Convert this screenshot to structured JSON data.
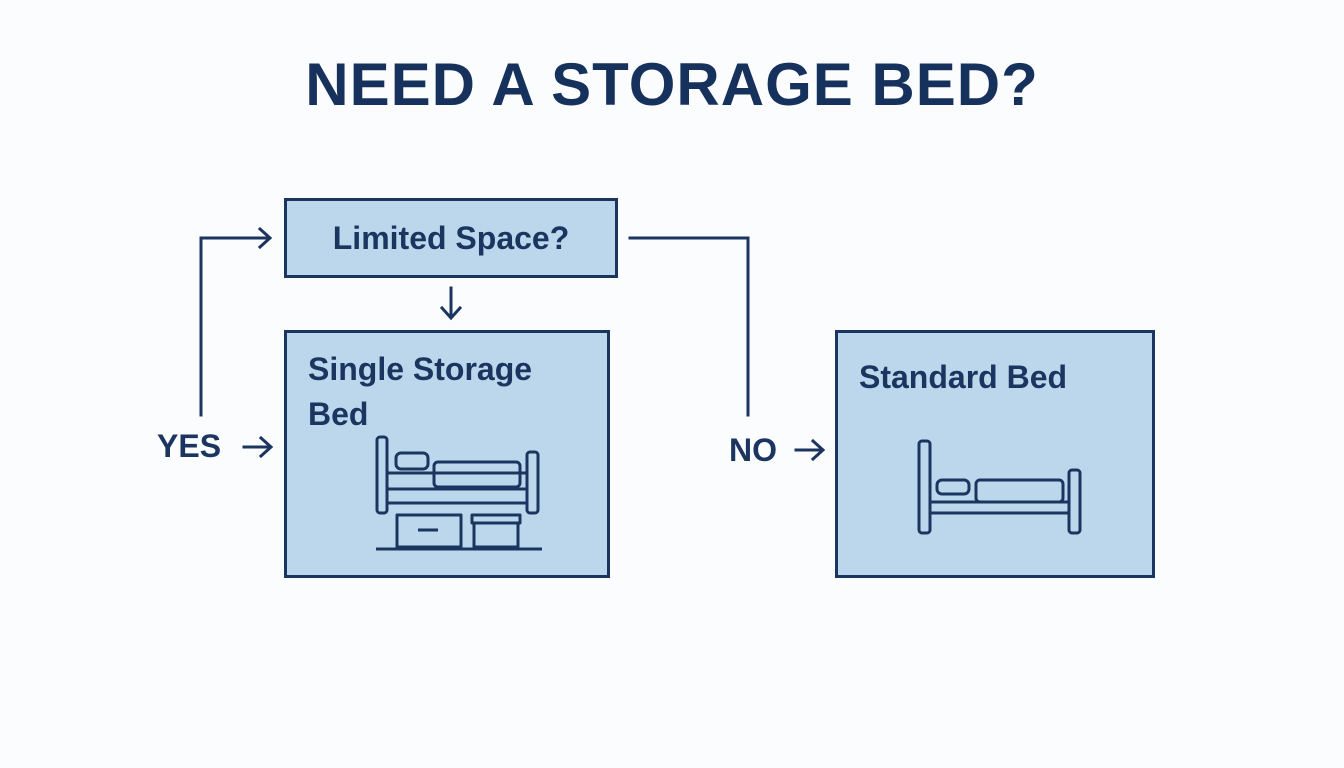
{
  "title": "NEED A STORAGE BED?",
  "nodes": {
    "question": {
      "label": "Limited Space?"
    },
    "yes_result": {
      "label": "Single Storage Bed",
      "icon": "storage-bed-icon"
    },
    "no_result": {
      "label": "Standard Bed",
      "icon": "standard-bed-icon"
    }
  },
  "branches": {
    "yes": "YES",
    "no": "NO"
  },
  "colors": {
    "stroke": "#1b3560",
    "box_fill": "#bcd6ec",
    "background": "#fbfcfd"
  }
}
